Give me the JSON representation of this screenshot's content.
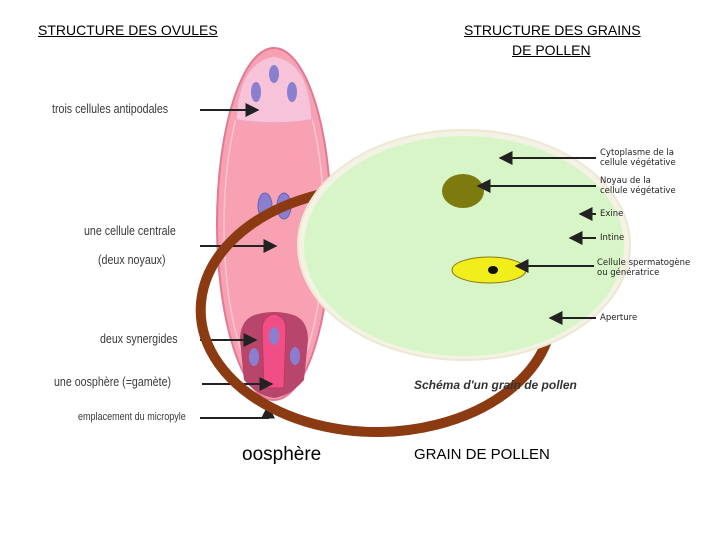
{
  "headings": {
    "ovules": "STRUCTURE DES OVULES",
    "pollen_line1": "STRUCTURE DES GRAINS",
    "pollen_line2": "DE POLLEN"
  },
  "ovule_labels": {
    "antipodales": "trois cellules antipodales",
    "centrale_1": "une cellule centrale",
    "centrale_2": "(deux noyaux)",
    "synergides": "deux synergides",
    "oosphere": "une oosphère (=gamète)",
    "micropyle": "emplacement du micropyle"
  },
  "pollen_labels": {
    "cytoplasme_1": "Cytoplasme de la",
    "cytoplasme_2": "cellule végétative",
    "noyau_1": "Noyau de la",
    "noyau_2": "cellule végétative",
    "exine": "Exine",
    "intine": "Intine",
    "spermatogene_1": "Cellule spermatogène",
    "spermatogene_2": "ou génératrice",
    "aperture": "Aperture",
    "caption": "Schéma d'un grain de pollen"
  },
  "bottom_labels": {
    "oosphere": "oosphère",
    "grain": "GRAIN DE POLLEN"
  },
  "colors": {
    "ovule_fill": "#f7a1b3",
    "ovule_outline": "#e0607a",
    "nucleus": "#8a7fcf",
    "synergid_dark": "#c2355d",
    "oosphere": "#f14d86",
    "exine": "#8b3a12",
    "cytoplasm": "#d8f5c8",
    "veg_nucleus": "#7d7a10",
    "generative_cell": "#f2ee1c",
    "arrow": "#222222"
  }
}
